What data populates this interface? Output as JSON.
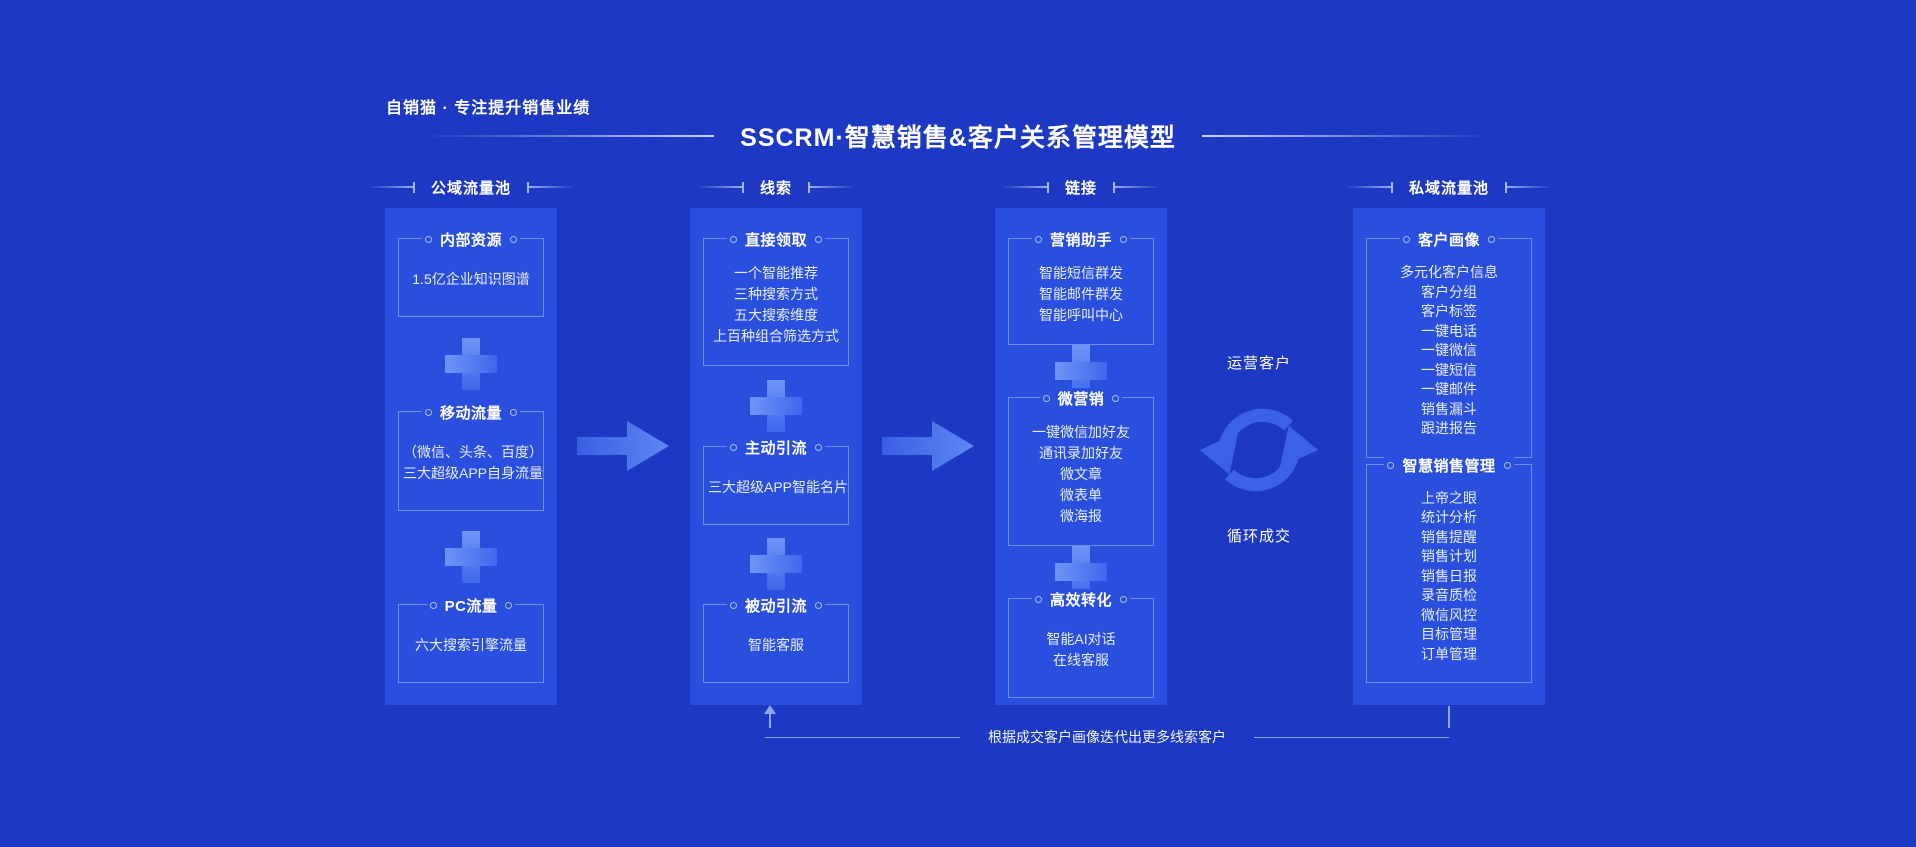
{
  "page": {
    "tagline": "自销猫 · 专注提升销售业绩",
    "title": "SSCRM·智慧销售&客户关系管理模型"
  },
  "colors": {
    "background": "#1D38C3",
    "panel": "#2A4FDF",
    "accent_light": "#6E95F6",
    "accent": "#3E68EC",
    "line": "#8FA5EF",
    "text": "#FFFFFF",
    "body_text": "#E6EDFE"
  },
  "columns": [
    {
      "header": "公域流量池",
      "separator_icon": "plus-icon",
      "boxes": [
        {
          "title": "内部资源",
          "lines": [
            "1.5亿企业知识图谱"
          ]
        },
        {
          "title": "移动流量",
          "lines": [
            "（微信、头条、百度）",
            "三大超级APP自身流量"
          ]
        },
        {
          "title": "PC流量",
          "lines": [
            "六大搜索引擎流量"
          ]
        }
      ]
    },
    {
      "header": "线索",
      "separator_icon": "plus-icon",
      "boxes": [
        {
          "title": "直接领取",
          "lines": [
            "一个智能推荐",
            "三种搜索方式",
            "五大搜索维度",
            "上百种组合筛选方式"
          ]
        },
        {
          "title": "主动引流",
          "lines": [
            "三大超级APP智能名片"
          ]
        },
        {
          "title": "被动引流",
          "lines": [
            "智能客服"
          ]
        }
      ]
    },
    {
      "header": "链接",
      "separator_icon": "plus-icon",
      "boxes": [
        {
          "title": "营销助手",
          "lines": [
            "智能短信群发",
            "智能邮件群发",
            "智能呼叫中心"
          ]
        },
        {
          "title": "微营销",
          "lines": [
            "一键微信加好友",
            "通讯录加好友",
            "微文章",
            "微表单",
            "微海报"
          ]
        },
        {
          "title": "高效转化",
          "lines": [
            "智能AI对话",
            "在线客服"
          ]
        }
      ]
    },
    {
      "header": "私域流量池",
      "separator_icon": "",
      "boxes": [
        {
          "title": "客户画像",
          "lines": [
            "多元化客户信息",
            "客户分组",
            "客户标签",
            "一键电话",
            "一键微信",
            "一键短信",
            "一键邮件",
            "销售漏斗",
            "跟进报告"
          ]
        },
        {
          "title": "智慧销售管理",
          "lines": [
            "上帝之眼",
            "统计分析",
            "销售提醒",
            "销售计划",
            "销售日报",
            "录音质检",
            "微信风控",
            "目标管理",
            "订单管理"
          ]
        }
      ]
    }
  ],
  "cycle": {
    "label_top": "运营客户",
    "label_bottom": "循环成交"
  },
  "feedback": {
    "label": "根据成交客户画像迭代出更多线索客户"
  }
}
